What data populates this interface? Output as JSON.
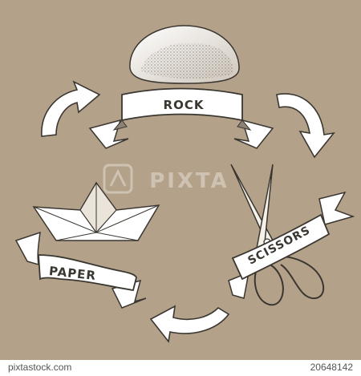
{
  "labels": {
    "rock": "ROCK",
    "paper": "PAPER",
    "scissors": "SCISSORS"
  },
  "watermark": "PIXTA",
  "footer": {
    "brand": "pixtastock.com",
    "image_id": "20648142"
  },
  "colors": {
    "background": "#b4a18a",
    "paper_fill": "#ffffff",
    "ink": "#3a3630",
    "footer": "#ffffff"
  }
}
